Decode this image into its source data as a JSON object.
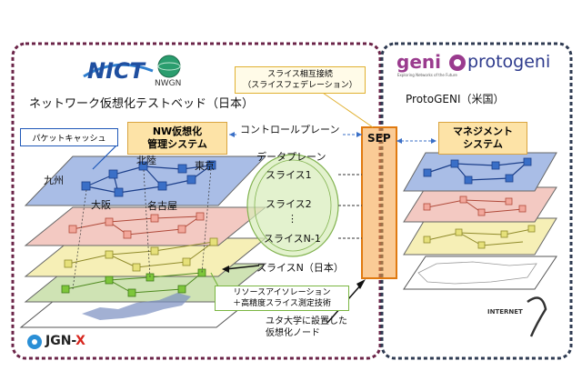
{
  "colors": {
    "japan_border": "#6b2448",
    "us_border": "#2f3b52",
    "layer_blue": "#a9bde6",
    "layer_pink": "#f3c9c2",
    "layer_yellow": "#f6efb6",
    "layer_green": "#cfe3b4",
    "sep_orange": "#f5a040",
    "mgmt_fill": "#fde3a7",
    "mgmt_border": "#d9a440",
    "node_blue": "#3a6fc7",
    "node_green": "#7ec63a",
    "callout_blue": "#1f58b8",
    "callout_green": "#7ab641"
  },
  "logos": {
    "nict": "NICT",
    "nwgn": "NWGN",
    "geni": "geni",
    "geni_sub": "Exploring Networks of the Future",
    "protogeni": "protogeni",
    "jgnx_prefix": "JGN-",
    "jgnx_suffix": "X",
    "internet2": "INTERNET"
  },
  "labels": {
    "jp_testbed": "ネットワーク仮想化テストベッド（日本）",
    "us_testbed": "ProtoGENI（米国）",
    "federation": "スライス相互接続\n（スライスフェデレーション）",
    "packet_cache": "パケットキャッシュ",
    "nw_mgmt": "NW仮想化\n管理システム",
    "control_plane": "コントロールプレーン",
    "sep": "SEP",
    "us_mgmt": "マネジメント\nシステム",
    "data_plane": "データプレーン",
    "slice1": "スライス1",
    "slice2": "スライス2",
    "dots": "⋮",
    "slice_n1": "スライスN-1",
    "slice_n": "スライスN（日本）",
    "isolation": "リソースアイソレーション\n＋高精度スライス測定技術",
    "utah": "ユタ大学に設置した\n仮想化ノード",
    "city_kyushu": "九州",
    "city_hokuriku": "北陸",
    "city_tokyo": "東京",
    "city_osaka": "大阪",
    "city_nagoya": "名古屋"
  }
}
